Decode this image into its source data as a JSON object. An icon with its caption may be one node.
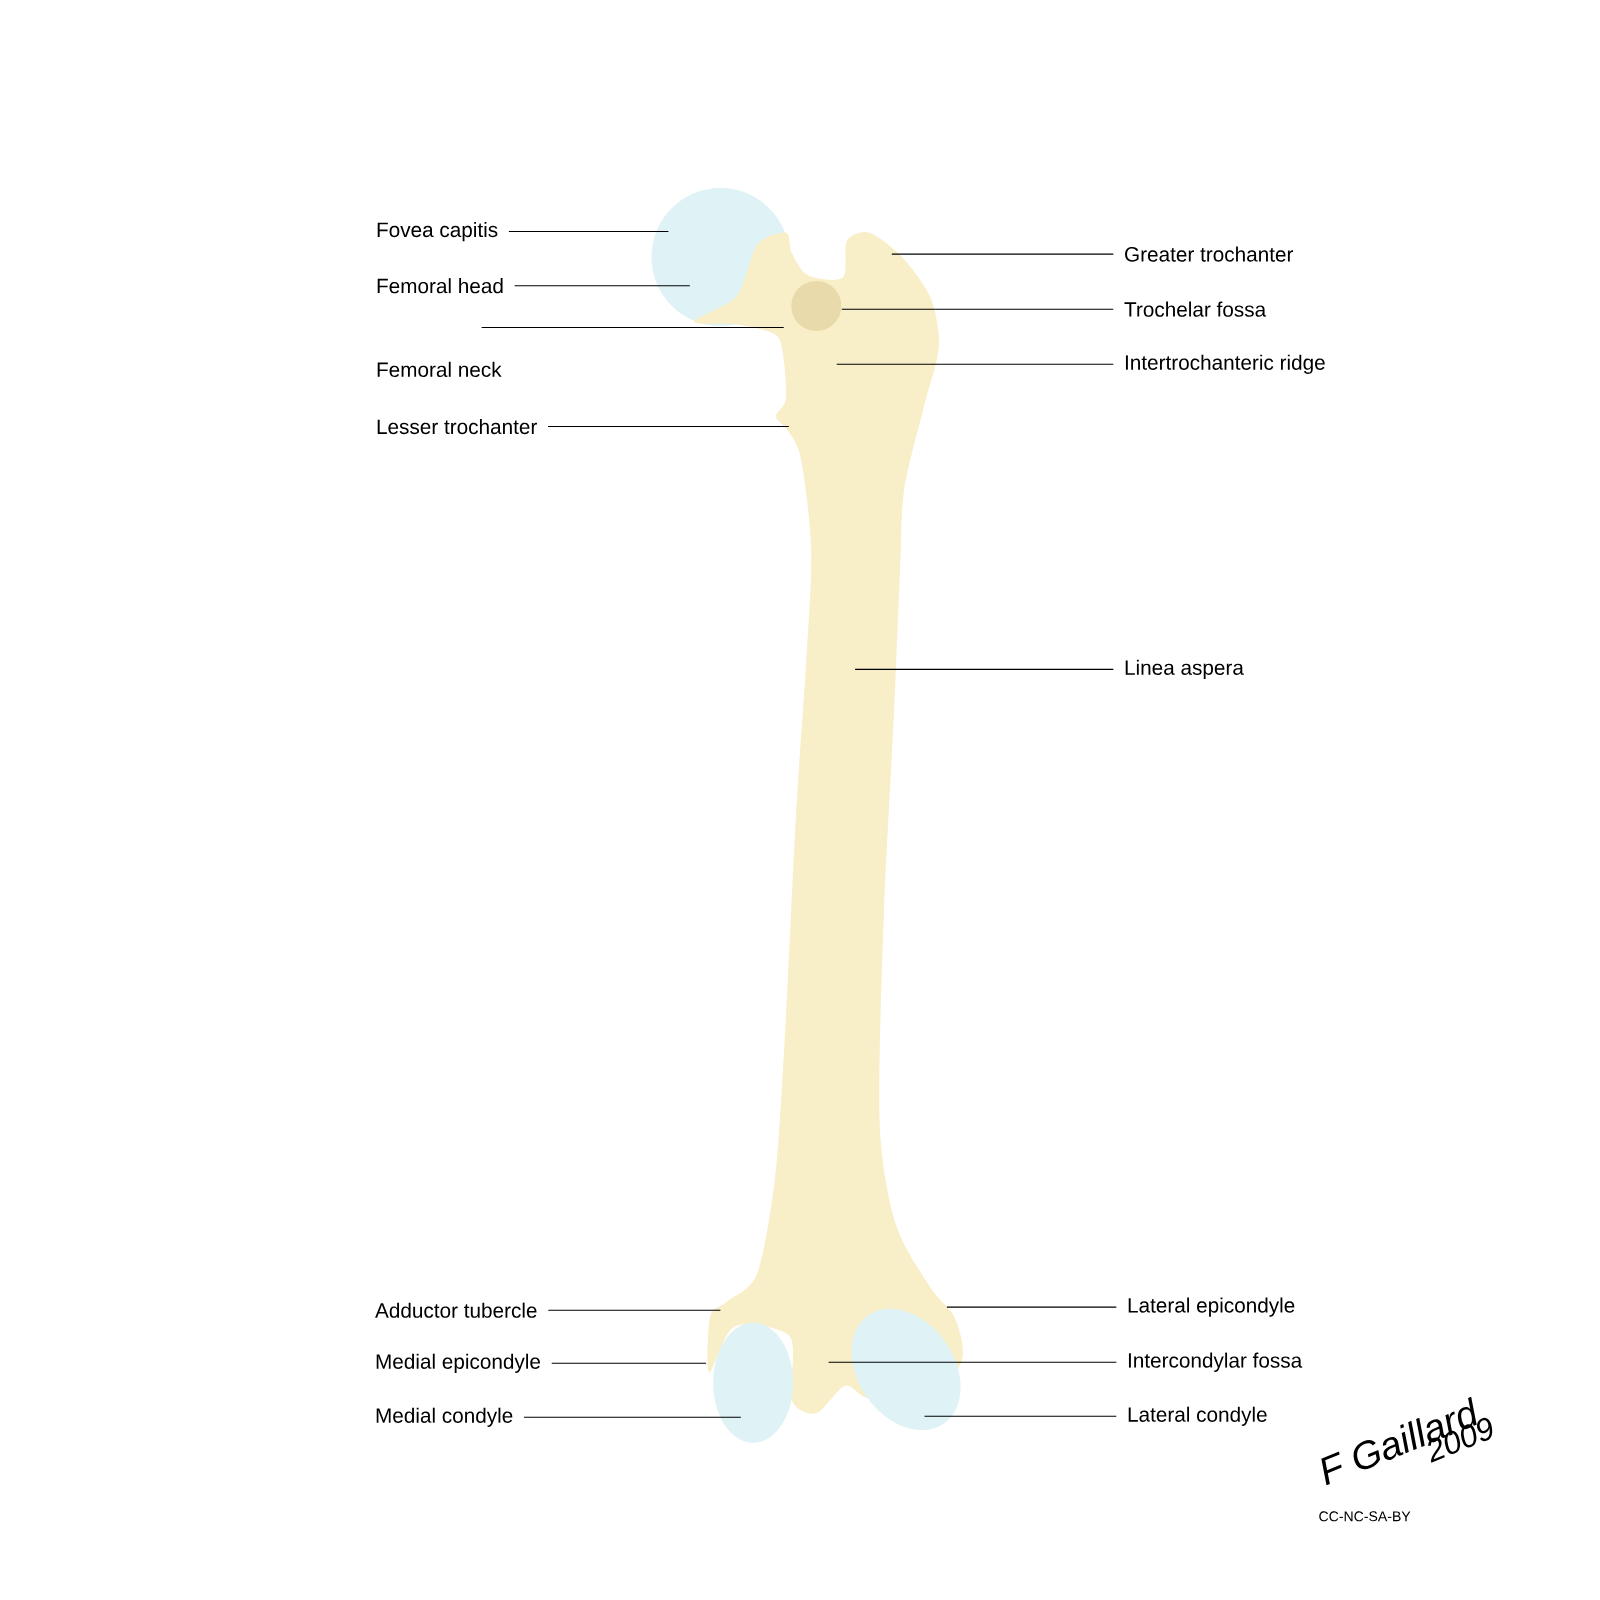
{
  "diagram": {
    "nodes": [
      {
        "text": [
          "Fovea capitis"
        ]
      },
      {
        "text": [
          "Femoral head"
        ]
      },
      {
        "text": [
          "Femoral neck"
        ]
      },
      {
        "text": [
          "Lesser trochanter"
        ]
      },
      {
        "text": [
          "Greater trochanter"
        ]
      },
      {
        "text": [
          "Trochelar fossa"
        ]
      },
      {
        "text": [
          "Intertrochanteric ridge"
        ]
      },
      {
        "text": [
          "Linea aspera"
        ]
      },
      {
        "text": [
          "Adductor tubercle"
        ]
      },
      {
        "text": [
          "Medial epicondyle"
        ]
      },
      {
        "text": [
          "Medial condyle"
        ]
      },
      {
        "text": [
          "Lateral epicondyle"
        ]
      },
      {
        "text": [
          "Intercondylar fossa"
        ]
      },
      {
        "text": [
          "Lateral condyle"
        ]
      }
    ],
    "edges": [
      {
        "from": 0,
        "to": null,
        "arrow": "none"
      },
      {
        "from": 1,
        "to": null,
        "arrow": "none"
      },
      {
        "from": 2,
        "to": null,
        "arrow": "none"
      },
      {
        "from": 3,
        "to": null,
        "arrow": "none"
      },
      {
        "from": 4,
        "to": null,
        "arrow": "none"
      },
      {
        "from": 5,
        "to": null,
        "arrow": "none"
      },
      {
        "from": 6,
        "to": null,
        "arrow": "none"
      },
      {
        "from": 7,
        "to": null,
        "arrow": "none"
      },
      {
        "from": 8,
        "to": null,
        "arrow": "none"
      },
      {
        "from": 9,
        "to": null,
        "arrow": "none"
      },
      {
        "from": 10,
        "to": null,
        "arrow": "none"
      },
      {
        "from": 11,
        "to": null,
        "arrow": "none"
      },
      {
        "from": 12,
        "to": null,
        "arrow": "none"
      },
      {
        "from": 13,
        "to": null,
        "arrow": "none"
      }
    ],
    "labels": [
      "F Gaillard",
      "2009",
      "CC-NC-SA-BY"
    ]
  }
}
